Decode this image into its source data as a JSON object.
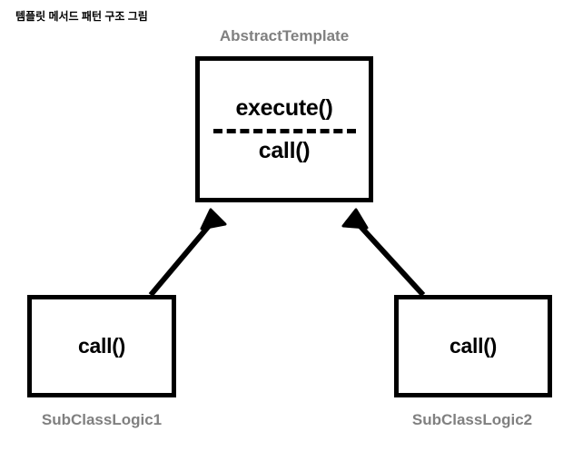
{
  "diagram": {
    "title": "템플릿 메서드 패턴 구조 그림",
    "type": "uml-class-diagram",
    "colors": {
      "background": "#ffffff",
      "box_border": "#000000",
      "method_text": "#000000",
      "class_caption": "#808080",
      "connector": "#000000",
      "title_text": "#000000"
    },
    "classes": [
      {
        "id": "abstract-template",
        "name": "AbstractTemplate",
        "role": "parent",
        "methods_top": [
          "execute()"
        ],
        "methods_bottom": [
          "call()"
        ],
        "has_separator": true,
        "separator_style": "dashed"
      },
      {
        "id": "subclass-logic-1",
        "name": "SubClassLogic1",
        "role": "child",
        "methods_top": [
          "call()"
        ],
        "methods_bottom": [],
        "has_separator": false,
        "separator_style": "none"
      },
      {
        "id": "subclass-logic-2",
        "name": "SubClassLogic2",
        "role": "child",
        "methods_top": [
          "call()"
        ],
        "methods_bottom": [],
        "has_separator": false,
        "separator_style": "none"
      }
    ],
    "relations": [
      {
        "id": "inheritance-left",
        "kind": "inheritance",
        "from": "subclass-logic-1",
        "to": "abstract-template",
        "arrowhead": "solid-triangle",
        "line": "solid"
      },
      {
        "id": "inheritance-right",
        "kind": "inheritance",
        "from": "subclass-logic-2",
        "to": "abstract-template",
        "arrowhead": "solid-triangle",
        "line": "solid"
      }
    ]
  }
}
